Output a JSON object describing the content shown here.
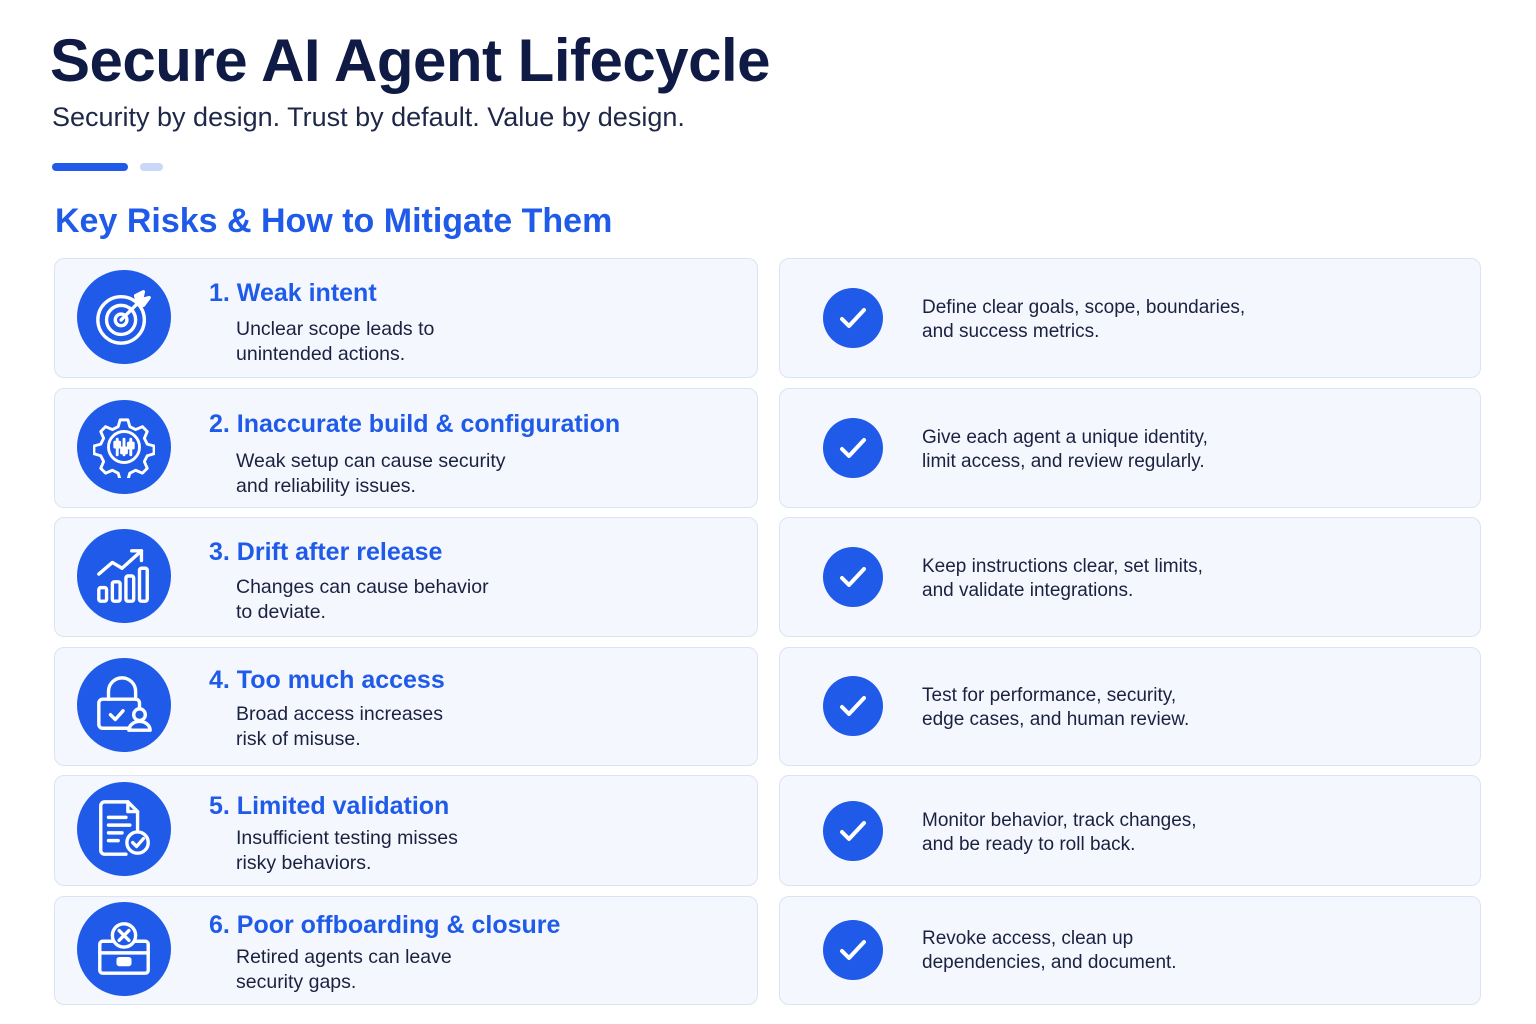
{
  "header": {
    "title": "Secure AI Agent Lifecycle",
    "subtitle": "Security by design. Trust by default. Value by design."
  },
  "section": {
    "heading": "Key Risks & How to Mitigate Them"
  },
  "colors": {
    "accent": "#1f5be8",
    "title": "#0f1a45",
    "card_bg": "#f4f7fd",
    "card_border": "#dbe4f4"
  },
  "risks": [
    {
      "icon": "target-icon",
      "title": "1. Weak intent",
      "desc_line1": "Unclear scope leads to",
      "desc_line2": "unintended actions."
    },
    {
      "icon": "gear-sliders-icon",
      "title": "2. Inaccurate build & configuration",
      "desc_line1": "Weak setup can cause security",
      "desc_line2": "and reliability issues."
    },
    {
      "icon": "trend-chart-icon",
      "title": "3. Drift after release",
      "desc_line1": "Changes can cause behavior",
      "desc_line2": "to deviate."
    },
    {
      "icon": "lock-user-icon",
      "title": "4. Too much access",
      "desc_line1": "Broad access increases",
      "desc_line2": "risk of misuse."
    },
    {
      "icon": "document-check-icon",
      "title": "5. Limited validation",
      "desc_line1": "Insufficient testing misses",
      "desc_line2": "risky behaviors."
    },
    {
      "icon": "box-x-icon",
      "title": "6. Poor offboarding & closure",
      "desc_line1": "Retired agents can leave",
      "desc_line2": "security gaps."
    }
  ],
  "mitigations": [
    {
      "line1": "Define clear goals, scope, boundaries,",
      "line2": "and success metrics."
    },
    {
      "line1": "Give each agent a unique identity,",
      "line2": "limit access, and review regularly."
    },
    {
      "line1": "Keep instructions clear, set limits,",
      "line2": "and validate integrations."
    },
    {
      "line1": "Test for performance, security,",
      "line2": "edge cases, and human review."
    },
    {
      "line1": "Monitor behavior, track changes,",
      "line2": "and be ready to roll back."
    },
    {
      "line1": "Revoke access, clean up",
      "line2": "dependencies, and document."
    }
  ]
}
